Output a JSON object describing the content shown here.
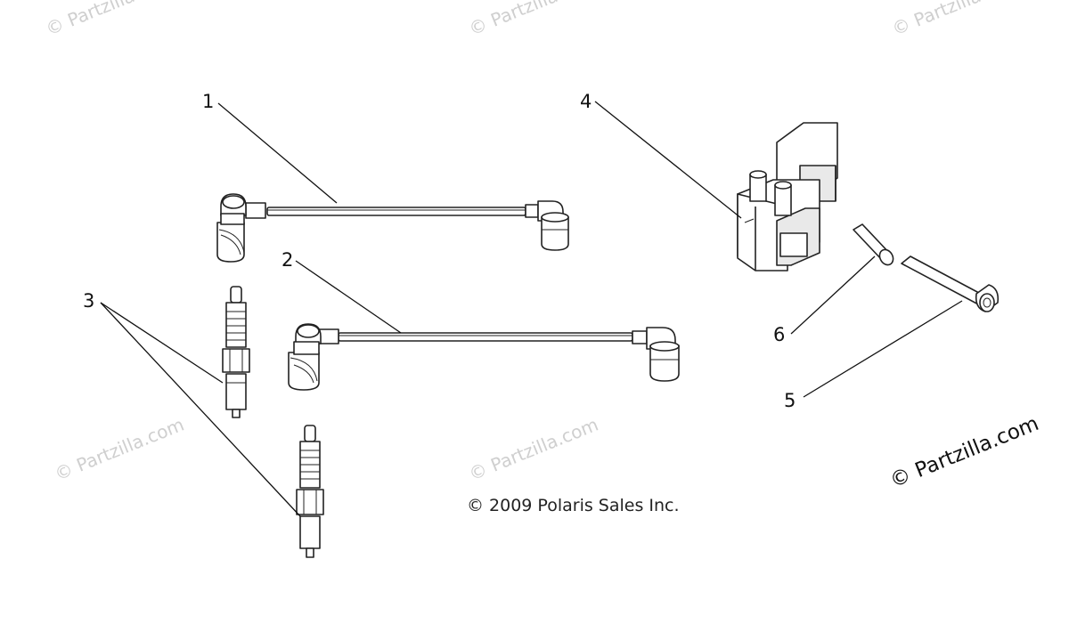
{
  "callouts": {
    "c1": "1",
    "c2": "2",
    "c3": "3",
    "c4": "4",
    "c5": "5",
    "c6": "6"
  },
  "copyright": "© 2009 Polaris Sales Inc.",
  "watermarks": {
    "faint": "© Partzilla.com",
    "main": "© Partzilla.com"
  },
  "colors": {
    "line": "#222222",
    "watermark": "#cfcfcf",
    "background": "#ffffff"
  }
}
